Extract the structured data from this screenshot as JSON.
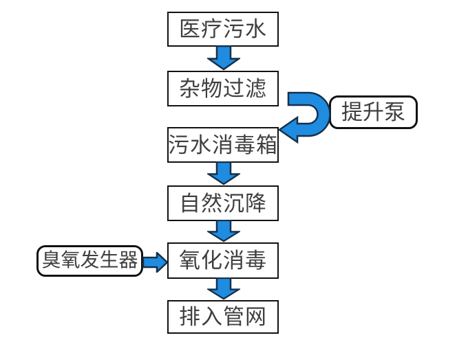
{
  "flowchart": {
    "description": "medical-sewage-treatment-process",
    "main_steps": [
      {
        "id": "medical-sewage",
        "label": "医疗污水",
        "shape": "rect"
      },
      {
        "id": "debris-filtering",
        "label": "杂物过滤",
        "shape": "rect"
      },
      {
        "id": "sewage-disinfection-tank",
        "label": "污水消毒箱",
        "shape": "rect"
      },
      {
        "id": "natural-settling",
        "label": "自然沉降",
        "shape": "rect"
      },
      {
        "id": "oxidation-disinfection",
        "label": "氧化消毒",
        "shape": "rect"
      },
      {
        "id": "discharge-to-pipe-network",
        "label": "排入管网",
        "shape": "rect"
      }
    ],
    "side_nodes": [
      {
        "id": "lift-pump",
        "label": "提升泵",
        "shape": "rounded-rect"
      },
      {
        "id": "ozone-generator",
        "label": "臭氧发生器",
        "shape": "rounded-rect"
      }
    ],
    "connections": [
      "医疗污水 -> 杂物过滤",
      "杂物过滤 -> 污水消毒箱 (U型弯曲箭头, 经提升泵)",
      "污水消毒箱 -> 自然沉降",
      "自然沉降 -> 氧化消毒",
      "臭氧发生器 -> 氧化消毒",
      "氧化消毒 -> 排入管网"
    ],
    "colors": {
      "arrow_fill": "#1f8ce0",
      "arrow_outline": "#15304a",
      "node_border": "#111111",
      "node_text": "#3f3f3f",
      "background": "#ffffff"
    }
  }
}
